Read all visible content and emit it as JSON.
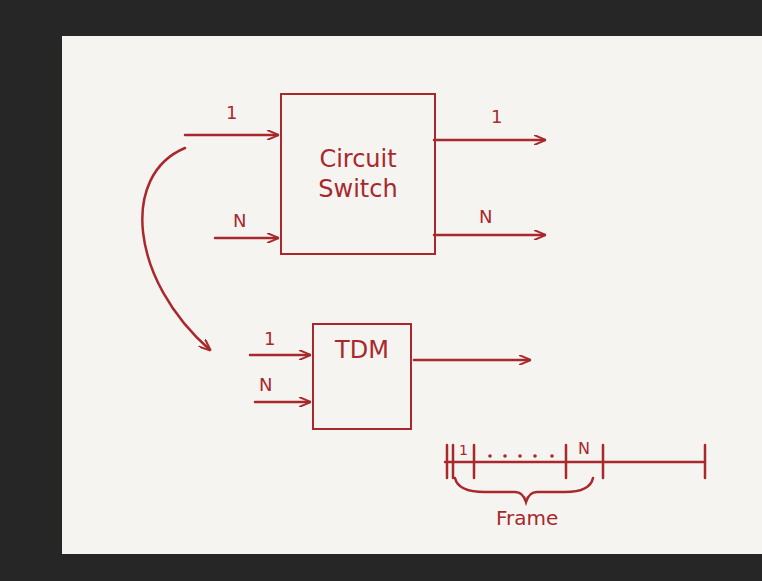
{
  "diagram": {
    "nodes": [
      {
        "text": [
          "Circuit Switch"
        ]
      },
      {
        "text": [
          "TDM"
        ]
      }
    ],
    "labels": [
      "1",
      "1",
      "N",
      "N",
      "1",
      "N",
      "1",
      "N",
      "Frame"
    ]
  }
}
